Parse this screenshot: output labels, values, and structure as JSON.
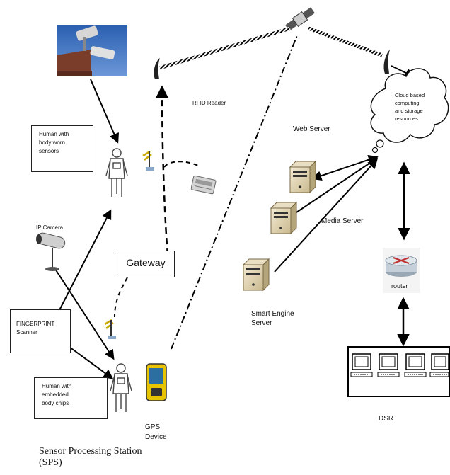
{
  "labels": {
    "rfid_reader": "RFID Reader",
    "web_server": "Web Server",
    "media_server": "Media Server",
    "smart_engine_server": [
      "Smart Engine",
      "Server"
    ],
    "ip_camera": "IP Camera",
    "gateway": "Gateway",
    "fingerprint_scanner": [
      "FINGERPRINT",
      "Scanner"
    ],
    "human_sensors": [
      "Human with",
      "body worn",
      "sensors"
    ],
    "human_chips": [
      "Human with",
      "embedded",
      "body chips"
    ],
    "gps_device": [
      "GPS",
      "Device"
    ],
    "sps": [
      "Sensor Processing Station",
      "(SPS)"
    ],
    "cloud": [
      "Cloud based",
      "computing",
      "and storage",
      "resources"
    ],
    "router": "router",
    "dsr": "DSR"
  },
  "icons": [
    "cctv-camera-photo",
    "satellite-icon",
    "antenna-icon",
    "access-point-icon",
    "rfid-reader-device-icon",
    "server-icon",
    "ip-camera-icon",
    "human-figure-icon",
    "gps-device-icon",
    "cloud-icon",
    "router-icon",
    "desktop-computer-icon"
  ]
}
